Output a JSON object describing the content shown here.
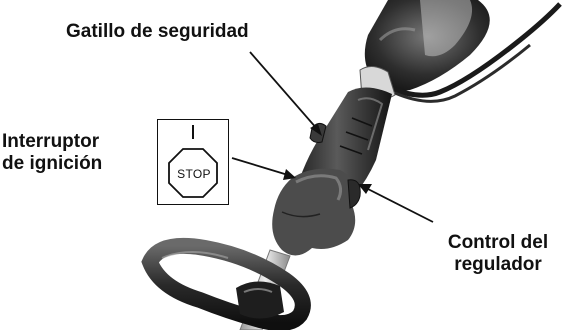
{
  "labels": {
    "safety_trigger": "Gatillo de seguridad",
    "ignition_switch_line1": "Interruptor",
    "ignition_switch_line2": "de ignición",
    "throttle_control_line1": "Control del",
    "throttle_control_line2": "regulador"
  },
  "switch_symbol": {
    "stop_text": "STOP"
  },
  "colors": {
    "text": "#111111",
    "tool_dark": "#2a2a2a",
    "tool_mid": "#6b6b6b",
    "tool_light": "#cfcfcf",
    "background": "#ffffff"
  }
}
